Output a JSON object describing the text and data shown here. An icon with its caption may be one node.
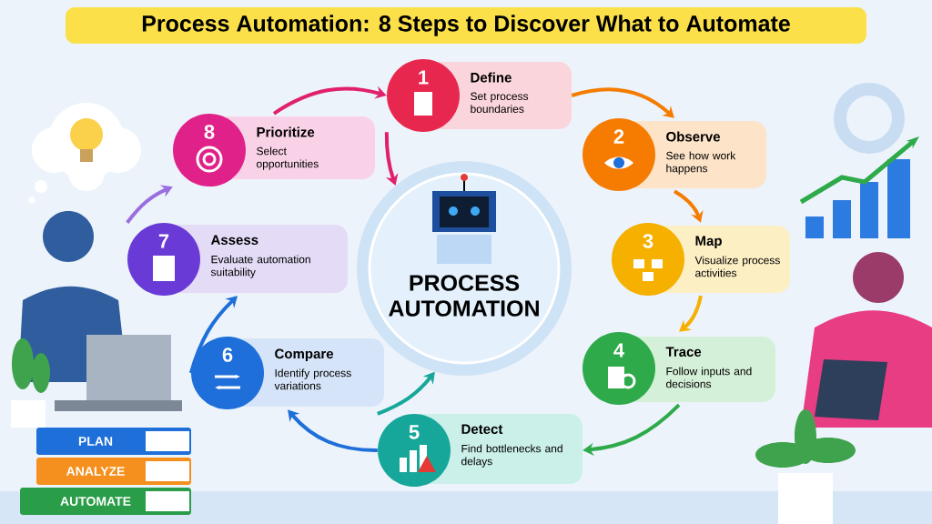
{
  "diagram": {
    "title": "Process Automation: 8 Steps to Discover What to Automate",
    "nodes": [
      {
        "text": [
          "PROCESS AUTOMATION"
        ]
      },
      {
        "text": [
          "1",
          "Define",
          "Set process boundaries"
        ]
      },
      {
        "text": [
          "2",
          "Observe",
          "See how work happens"
        ]
      },
      {
        "text": [
          "3",
          "Map",
          "Visualize process activities"
        ]
      },
      {
        "text": [
          "4",
          "Trace",
          "Follow inputs and decisions"
        ]
      },
      {
        "text": [
          "5",
          "Detect",
          "Find bottlenecks and delays"
        ]
      },
      {
        "text": [
          "6",
          "Compare",
          "Identify process variations"
        ]
      },
      {
        "text": [
          "7",
          "Assess",
          "Evaluate automation suitability"
        ]
      },
      {
        "text": [
          "8",
          "Prioritize",
          "Select opportunities"
        ]
      }
    ],
    "edges": [
      {
        "from": 1,
        "to": 2,
        "arrow": "to",
        "color": "#f57c00"
      },
      {
        "from": 2,
        "to": 3,
        "arrow": "to",
        "color": "#f57c00"
      },
      {
        "from": 3,
        "to": 4,
        "arrow": "to",
        "color": "#f5b000"
      },
      {
        "from": 4,
        "to": 5,
        "arrow": "to",
        "color": "#2eaa4a"
      },
      {
        "from": 5,
        "to": 6,
        "arrow": "to",
        "color": "#1e6fd9"
      },
      {
        "from": 6,
        "to": 7,
        "arrow": "to",
        "color": "#1e6fd9"
      },
      {
        "from": 7,
        "to": 8,
        "arrow": "to",
        "color": "#9b6ee0"
      },
      {
        "from": 8,
        "to": 1,
        "arrow": "to",
        "color": "#e0216a"
      },
      {
        "from": 1,
        "to": 0,
        "arrow": "to",
        "color": "#e0216a"
      },
      {
        "from": 5,
        "to": 0,
        "arrow": "to",
        "color": "#17a79a"
      }
    ],
    "labels": [
      "PLAN",
      "ANALYZE",
      "AUTOMATE"
    ]
  }
}
